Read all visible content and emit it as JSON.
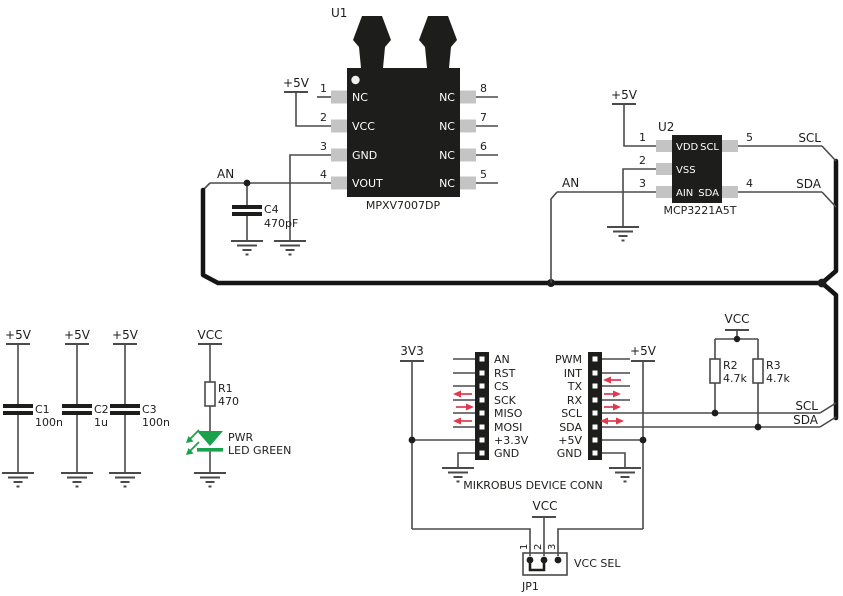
{
  "u1": {
    "ref": "U1",
    "part": "MPXV7007DP",
    "power": "+5V",
    "left_pins": [
      {
        "n": "1",
        "name": "NC"
      },
      {
        "n": "2",
        "name": "VCC"
      },
      {
        "n": "3",
        "name": "GND"
      },
      {
        "n": "4",
        "name": "VOUT"
      }
    ],
    "right_pins": [
      {
        "n": "8",
        "name": "NC"
      },
      {
        "n": "7",
        "name": "NC"
      },
      {
        "n": "6",
        "name": "NC"
      },
      {
        "n": "5",
        "name": "NC"
      }
    ]
  },
  "c4": {
    "ref": "C4",
    "value": "470pF"
  },
  "nets": {
    "an": "AN",
    "scl": "SCL",
    "sda": "SDA"
  },
  "u2": {
    "ref": "U2",
    "part": "MCP3221A5T",
    "power": "+5V",
    "left_pins": [
      {
        "n": "1",
        "name": "VDD"
      },
      {
        "n": "2",
        "name": "VSS"
      },
      {
        "n": "3",
        "name": "AIN"
      }
    ],
    "right_pins": [
      {
        "n": "5",
        "name": "SCL",
        "net": "SCL"
      },
      {
        "n": "4",
        "name": "SDA",
        "net": "SDA"
      }
    ]
  },
  "caps": [
    {
      "ref": "C1",
      "value": "100n",
      "power": "+5V"
    },
    {
      "ref": "C2",
      "value": "1u",
      "power": "+5V"
    },
    {
      "ref": "C3",
      "value": "100n",
      "power": "+5V"
    }
  ],
  "r1": {
    "ref": "R1",
    "value": "470",
    "power": "VCC"
  },
  "led": {
    "name": "PWR",
    "desc": "LED GREEN"
  },
  "mikrobus": {
    "title": "MIKROBUS DEVICE CONN",
    "left_power": "3V3",
    "right_power": "+5V",
    "left": [
      {
        "label": "AN"
      },
      {
        "label": "RST"
      },
      {
        "label": "CS"
      },
      {
        "label": "SCK"
      },
      {
        "label": "MISO"
      },
      {
        "label": "MOSI"
      },
      {
        "label": "+3.3V"
      },
      {
        "label": "GND"
      }
    ],
    "right": [
      {
        "label": "PWM"
      },
      {
        "label": "INT"
      },
      {
        "label": "TX"
      },
      {
        "label": "RX"
      },
      {
        "label": "SCL"
      },
      {
        "label": "SDA"
      },
      {
        "label": "+5V"
      },
      {
        "label": "GND"
      }
    ]
  },
  "pullups": {
    "power": "VCC",
    "r2": {
      "ref": "R2",
      "value": "4.7k"
    },
    "r3": {
      "ref": "R3",
      "value": "4.7k"
    }
  },
  "jp1": {
    "ref": "JP1",
    "label": "VCC SEL",
    "power": "VCC",
    "pins": [
      "1",
      "2",
      "3"
    ]
  },
  "colors": {
    "led_green": "#18a24b",
    "arrow_red": "#dd3a4d",
    "wire": "#4a4a4a",
    "bus": "#151515",
    "ic_body": "#1d1d1b",
    "pin_stub": "#c4c4c4"
  }
}
